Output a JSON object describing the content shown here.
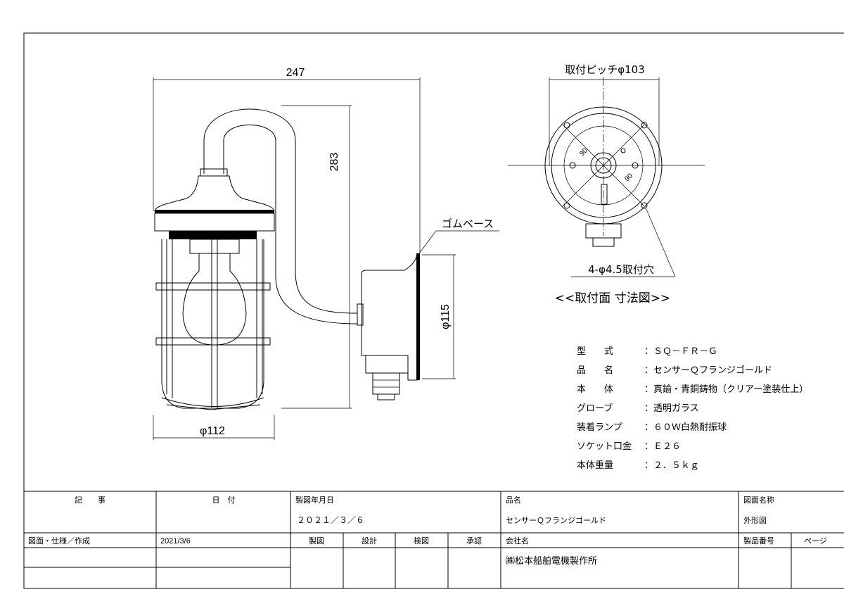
{
  "dimensions": {
    "width_247": "247",
    "height_283": "283",
    "dia_112": "φ112",
    "dia_115": "φ115",
    "mount_pitch": "取付ピッチφ103",
    "holes": "4-φ4.5取付穴",
    "angle_a": "90",
    "angle_b": "90",
    "rubber_base": "ゴムベース",
    "mount_face_title": "<<取付面 寸法図>>"
  },
  "specs": [
    {
      "label": "型　　式",
      "value": "：ＳＱ－ＦＲ－Ｇ"
    },
    {
      "label": "品　　名",
      "value": "：センサーＱフランジゴールド"
    },
    {
      "label": "本　　体",
      "value": "：真鍮・青銅鋳物（クリアー塗装仕上）"
    },
    {
      "label": "グローブ",
      "value": "：透明ガラス"
    },
    {
      "label": "装着ランプ",
      "value": "：６０Ｗ白熱耐振球"
    },
    {
      "label": "ソケット口金",
      "value": "：Ｅ２６"
    },
    {
      "label": "本体重量",
      "value": "：２．５ｋｇ"
    }
  ],
  "title_block": {
    "notes_header": "記　　事",
    "date_header": "日　付",
    "made_date_label": "製図年月日",
    "made_date_value": "２０２１／３／６",
    "product_label": "品名",
    "product_value": "センサーＱフランジゴールド",
    "drawing_name_label": "図面名称",
    "drawing_name_value": "外形図",
    "row_label": "図面・仕様／作成",
    "row_date": "2021/3/6",
    "col_draw": "製図",
    "col_design": "設計",
    "col_check": "検図",
    "col_approve": "承認",
    "company_label": "会社名",
    "company_value": "㈱松本船舶電機製作所",
    "product_no_label": "製品番号",
    "page_label": "ページ"
  }
}
